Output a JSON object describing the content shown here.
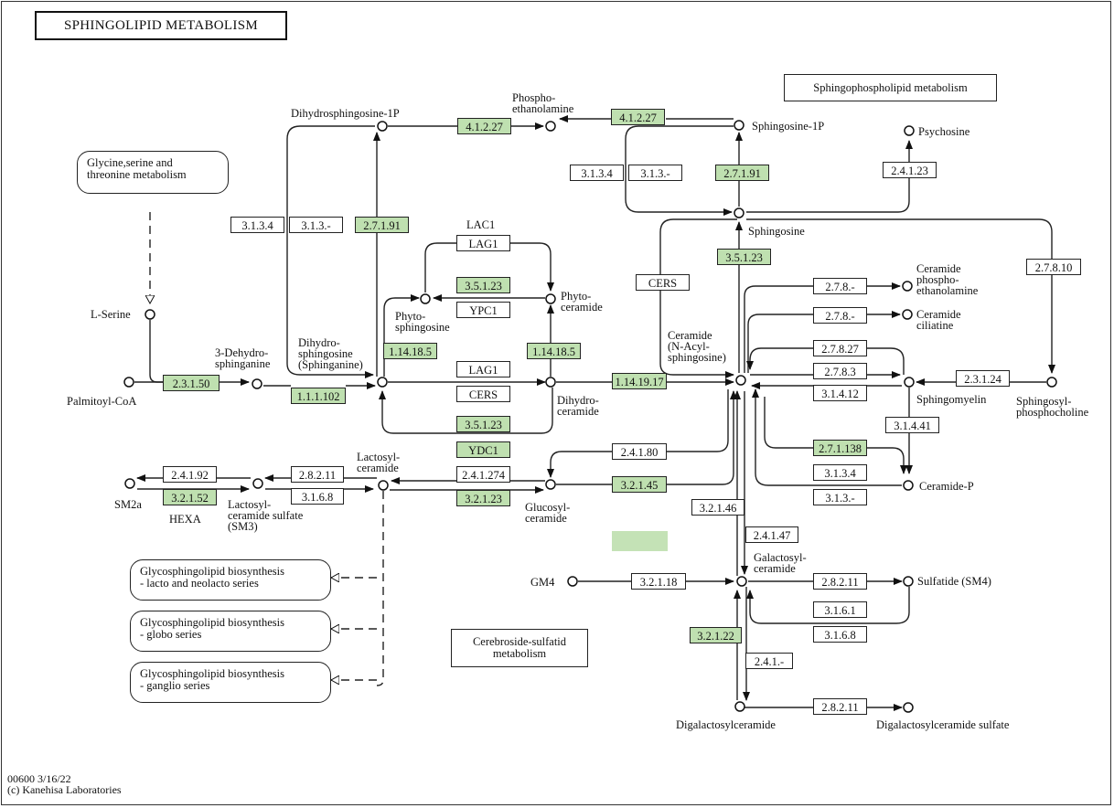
{
  "title": "SPHINGOLIPID METABOLISM",
  "colors": {
    "highlight": "#bfe0b0",
    "legend_swatch": "#c4e2b6",
    "line": "#222222"
  },
  "pathways": {
    "glycine": "Glycine,serine and\nthreonine metabolism",
    "sphingophospholipid": "Sphingophospholipid metabolism",
    "cerebroside": "Cerebroside-sulfatid\nmetabolism",
    "lacto": "Glycosphingolipid biosynthesis\n- lacto and neolacto series",
    "globo": "Glycosphingolipid biosynthesis\n- globo series",
    "ganglio": "Glycosphingolipid biosynthesis\n- ganglio series"
  },
  "compounds": {
    "lserine": "L-Serine",
    "palmitoyl": "Palmitoyl-CoA",
    "dehydro": "3-Dehydro-\nsphinganine",
    "dihydrosph": "Dihydro-\nsphingosine\n(Sphinganine)",
    "dhs1p": "Dihydrosphingosine-1P",
    "phosphoeth": "Phospho-\nethanolamine",
    "s1p": "Sphingosine-1P",
    "psychosine": "Psychosine",
    "sphingosine": "Sphingosine",
    "lac1": "LAC1",
    "phytosph": "Phyto-\nsphingosine",
    "phytocer": "Phyto-\nceramide",
    "dihydrocer": "Dihydro-\nceramide",
    "ceramide": "Ceramide\n(N-Acyl-\nsphingosine)",
    "cerphoseth": "Ceramide\nphospho-\nethanolamine",
    "cercil": "Ceramide\nciliatine",
    "sphingomyelin": "Sphingomyelin",
    "sphpc": "Sphingosyl-\nphosphocholine",
    "cerp": "Ceramide-P",
    "lactocer": "Lactosyl-\nceramide",
    "sm2a": "SM2a",
    "hexa": "HEXA",
    "lacsulf": "Lactosyl-\nceramide sulfate\n(SM3)",
    "glucocer": "Glucosyl-\nceramide",
    "galcer": "Galactosyl-\nceramide",
    "gm4": "GM4",
    "sulfatide": "Sulfatide (SM4)",
    "digal": "Digalactosylceramide",
    "digalsulf": "Digalactosylceramide sulfate"
  },
  "enzymes": [
    {
      "id": "e_2.3.1.50",
      "label": "2.3.1.50",
      "hit": true
    },
    {
      "id": "e_1.1.1.102",
      "label": "1.1.1.102",
      "hit": true
    },
    {
      "id": "e_3.1.3.4_a",
      "label": "3.1.3.4",
      "hit": false
    },
    {
      "id": "e_3.1.3.-_a",
      "label": "3.1.3.-",
      "hit": false
    },
    {
      "id": "e_2.7.1.91_a",
      "label": "2.7.1.91",
      "hit": true
    },
    {
      "id": "e_4.1.2.27_a",
      "label": "4.1.2.27",
      "hit": true
    },
    {
      "id": "e_4.1.2.27_b",
      "label": "4.1.2.27",
      "hit": true
    },
    {
      "id": "e_3.1.3.4_b",
      "label": "3.1.3.4",
      "hit": false
    },
    {
      "id": "e_3.1.3.-_b",
      "label": "3.1.3.-",
      "hit": false
    },
    {
      "id": "e_2.7.1.91_b",
      "label": "2.7.1.91",
      "hit": true
    },
    {
      "id": "e_2.4.1.23",
      "label": "2.4.1.23",
      "hit": false
    },
    {
      "id": "e_LAG1_a",
      "label": "LAG1",
      "hit": false
    },
    {
      "id": "e_3.5.1.23_a",
      "label": "3.5.1.23",
      "hit": true
    },
    {
      "id": "e_YPC1",
      "label": "YPC1",
      "hit": false
    },
    {
      "id": "e_1.14.18.5_a",
      "label": "1.14.18.5",
      "hit": true
    },
    {
      "id": "e_1.14.18.5_b",
      "label": "1.14.18.5",
      "hit": true
    },
    {
      "id": "e_LAG1_b",
      "label": "LAG1",
      "hit": false
    },
    {
      "id": "e_CERS_a",
      "label": "CERS",
      "hit": false
    },
    {
      "id": "e_3.5.1.23_b",
      "label": "3.5.1.23",
      "hit": true
    },
    {
      "id": "e_YDC1",
      "label": "YDC1",
      "hit": true
    },
    {
      "id": "e_1.14.19.17",
      "label": "1.14.19.17",
      "hit": true
    },
    {
      "id": "e_CERS_b",
      "label": "CERS",
      "hit": false
    },
    {
      "id": "e_3.5.1.23_c",
      "label": "3.5.1.23",
      "hit": true
    },
    {
      "id": "e_2.7.8.10",
      "label": "2.7.8.10",
      "hit": false
    },
    {
      "id": "e_2.7.8.-_a",
      "label": "2.7.8.-",
      "hit": false
    },
    {
      "id": "e_2.7.8.-_b",
      "label": "2.7.8.-",
      "hit": false
    },
    {
      "id": "e_2.7.8.27",
      "label": "2.7.8.27",
      "hit": false
    },
    {
      "id": "e_2.7.8.3",
      "label": "2.7.8.3",
      "hit": false
    },
    {
      "id": "e_3.1.4.12",
      "label": "3.1.4.12",
      "hit": false
    },
    {
      "id": "e_2.3.1.24",
      "label": "2.3.1.24",
      "hit": false
    },
    {
      "id": "e_3.1.4.41",
      "label": "3.1.4.41",
      "hit": false
    },
    {
      "id": "e_2.7.1.138",
      "label": "2.7.1.138",
      "hit": true
    },
    {
      "id": "e_3.1.3.4_c",
      "label": "3.1.3.4",
      "hit": false
    },
    {
      "id": "e_3.1.3.-_c",
      "label": "3.1.3.-",
      "hit": false
    },
    {
      "id": "e_2.4.1.80",
      "label": "2.4.1.80",
      "hit": false
    },
    {
      "id": "e_3.2.1.45",
      "label": "3.2.1.45",
      "hit": true
    },
    {
      "id": "e_2.4.1.274",
      "label": "2.4.1.274",
      "hit": false
    },
    {
      "id": "e_3.2.1.23",
      "label": "3.2.1.23",
      "hit": true
    },
    {
      "id": "e_2.8.2.11_a",
      "label": "2.8.2.11",
      "hit": false
    },
    {
      "id": "e_3.1.6.8_a",
      "label": "3.1.6.8",
      "hit": false
    },
    {
      "id": "e_2.4.1.92",
      "label": "2.4.1.92",
      "hit": false
    },
    {
      "id": "e_3.2.1.52",
      "label": "3.2.1.52",
      "hit": true
    },
    {
      "id": "e_3.2.1.46",
      "label": "3.2.1.46",
      "hit": false
    },
    {
      "id": "e_2.4.1.47",
      "label": "2.4.1.47",
      "hit": false
    },
    {
      "id": "e_3.2.1.18",
      "label": "3.2.1.18",
      "hit": false
    },
    {
      "id": "e_2.8.2.11_b",
      "label": "2.8.2.11",
      "hit": false
    },
    {
      "id": "e_3.1.6.1",
      "label": "3.1.6.1",
      "hit": false
    },
    {
      "id": "e_3.1.6.8_b",
      "label": "3.1.6.8",
      "hit": false
    },
    {
      "id": "e_3.2.1.22",
      "label": "3.2.1.22",
      "hit": true
    },
    {
      "id": "e_2.4.1.-",
      "label": "2.4.1.-",
      "hit": false
    },
    {
      "id": "e_2.8.2.11_c",
      "label": "2.8.2.11",
      "hit": false
    }
  ],
  "footer": "00600 3/16/22\n(c) Kanehisa Laboratories"
}
